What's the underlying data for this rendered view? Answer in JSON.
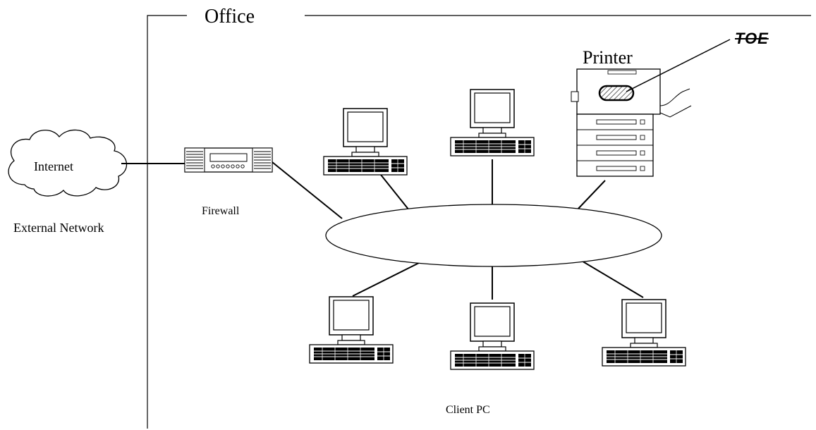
{
  "office": {
    "title": "Office"
  },
  "internet": {
    "label": "Internet"
  },
  "external_network": {
    "label": "External Network"
  },
  "firewall": {
    "label": "Firewall"
  },
  "printer": {
    "label": "Printer",
    "toe_label": "TOE"
  },
  "client_pc": {
    "label": "Client PC"
  },
  "colors": {
    "line": "#000000",
    "background": "#ffffff",
    "hatch": "#888888"
  }
}
